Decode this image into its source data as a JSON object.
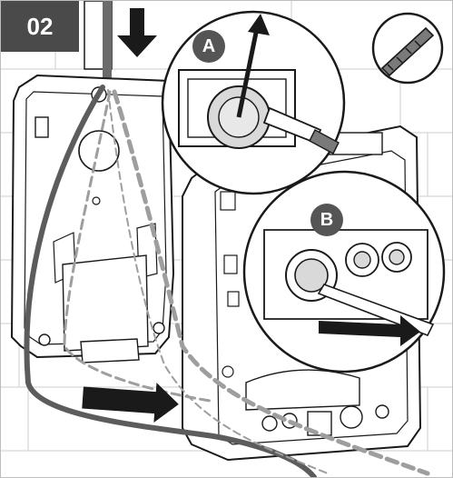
{
  "step": {
    "number": "02"
  },
  "callouts": [
    {
      "label": "A"
    },
    {
      "label": "B"
    }
  ],
  "tool": {
    "icon": "screwdriver-icon"
  },
  "colors": {
    "step_badge": "#4a4a4a",
    "callout": "#555555",
    "line": "#1a1a1a",
    "cable": "#5c5c5c",
    "dashed_cable": "#9e9e9e",
    "wall_line": "#d6d6d6"
  }
}
